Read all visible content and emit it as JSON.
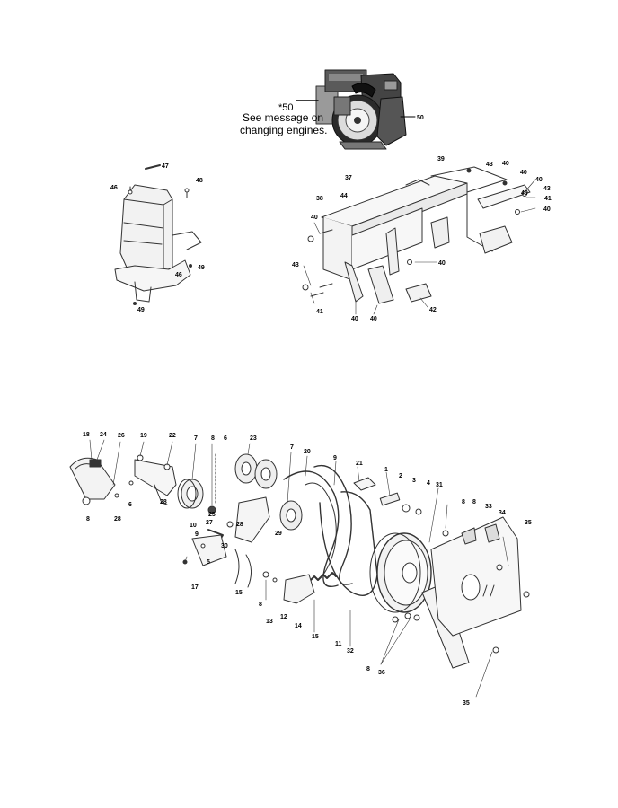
{
  "engine_note": {
    "ref": "*50",
    "line1": "See message on",
    "line2": "changing engines."
  },
  "callouts": {
    "engine": [
      "50"
    ],
    "cover": [
      "47",
      "46",
      "48",
      "46",
      "49",
      "49"
    ],
    "frame": [
      "39",
      "43",
      "40",
      "40",
      "37",
      "40",
      "40",
      "44",
      "38",
      "43",
      "40",
      "41",
      "40",
      "43",
      "40",
      "41",
      "40",
      "40",
      "42"
    ],
    "drive": [
      "18",
      "24",
      "26",
      "19",
      "22",
      "7",
      "8",
      "6",
      "23",
      "7",
      "20",
      "9",
      "21",
      "1",
      "2",
      "3",
      "4",
      "31",
      "8",
      "6",
      "28",
      "8",
      "28",
      "25",
      "10",
      "27",
      "28",
      "9",
      "30",
      "29",
      "5",
      "17",
      "15",
      "8",
      "13",
      "12",
      "14",
      "15",
      "11",
      "32",
      "8",
      "33",
      "34",
      "35",
      "8",
      "36",
      "35"
    ]
  }
}
